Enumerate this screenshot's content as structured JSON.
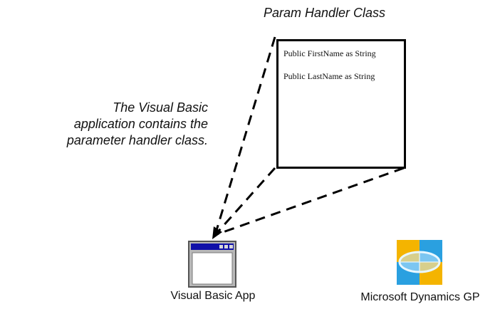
{
  "diagram": {
    "title": "Param Handler Class",
    "caption": "The Visual Basic application contains the parameter handler class.",
    "class_box": {
      "members": [
        "Public FirstName as String",
        "Public LastName as String"
      ]
    },
    "nodes": {
      "vb_app": {
        "label": "Visual Basic App",
        "icon": "application-window-icon"
      },
      "dynamics_gp": {
        "label": "Microsoft Dynamics GP",
        "icon": "dynamics-gp-logo-icon"
      }
    },
    "colors": {
      "window_titlebar": "#1010a8",
      "window_frame": "#9a9a9a",
      "gp_orange": "#f4b400",
      "gp_blue": "#2aa0e0"
    }
  }
}
